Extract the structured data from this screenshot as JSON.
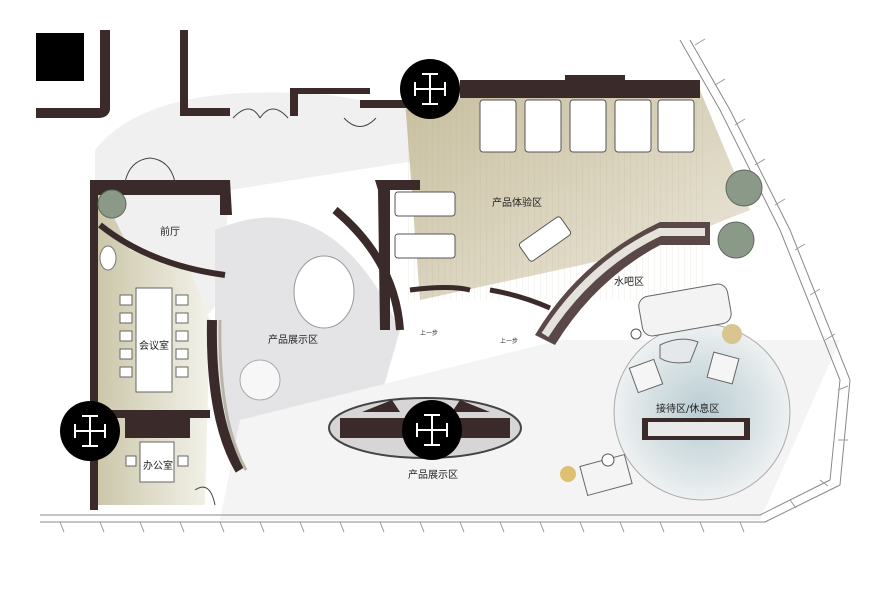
{
  "floor_plan": {
    "zones": {
      "lobby": "前厅",
      "meeting_room": "会议室",
      "office": "办公室",
      "product_display_main": "产品展示区",
      "product_display_lower": "产品展示区",
      "product_experience": "产品体验区",
      "water_bar": "水吧区",
      "reception_lounge": "接待区/休息区"
    },
    "step_labels": [
      "上一步",
      "上一步"
    ],
    "colors": {
      "wall": "#3b2a2a",
      "floor_wood": "#cfc7b2",
      "display_floor": "#e8e8ec",
      "rug": "#c9d8dc",
      "marker": "#000000"
    }
  }
}
